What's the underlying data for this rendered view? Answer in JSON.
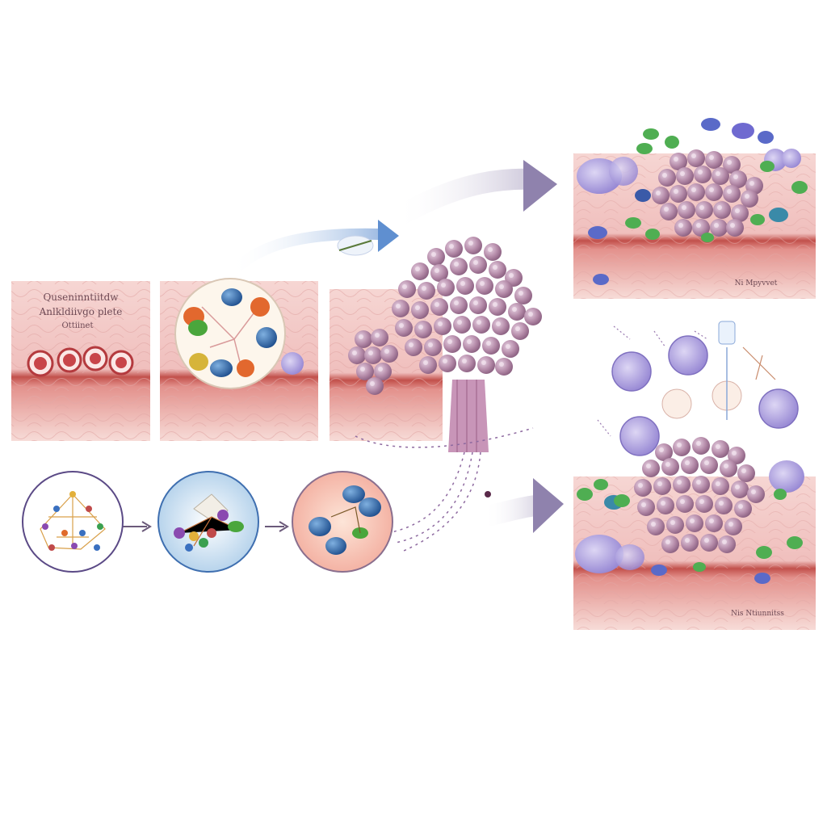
{
  "panel1": {
    "label_line1": "Quseninntiitdw",
    "label_line2": "Anlkldiivgo plete",
    "label_line3": "Ottiinet"
  },
  "panel_top_right": {
    "caption": "Ni Mpyvvet"
  },
  "panel_bottom_right": {
    "caption": "Nis Ntiunnitss"
  },
  "colors": {
    "tissue": "#f1c3c2",
    "vessel": "#b8413e",
    "tumor": "#b48aa8",
    "arrow": "#8f82ad",
    "immune_cell": "#a99ad6",
    "leaf": "#4fae52"
  }
}
